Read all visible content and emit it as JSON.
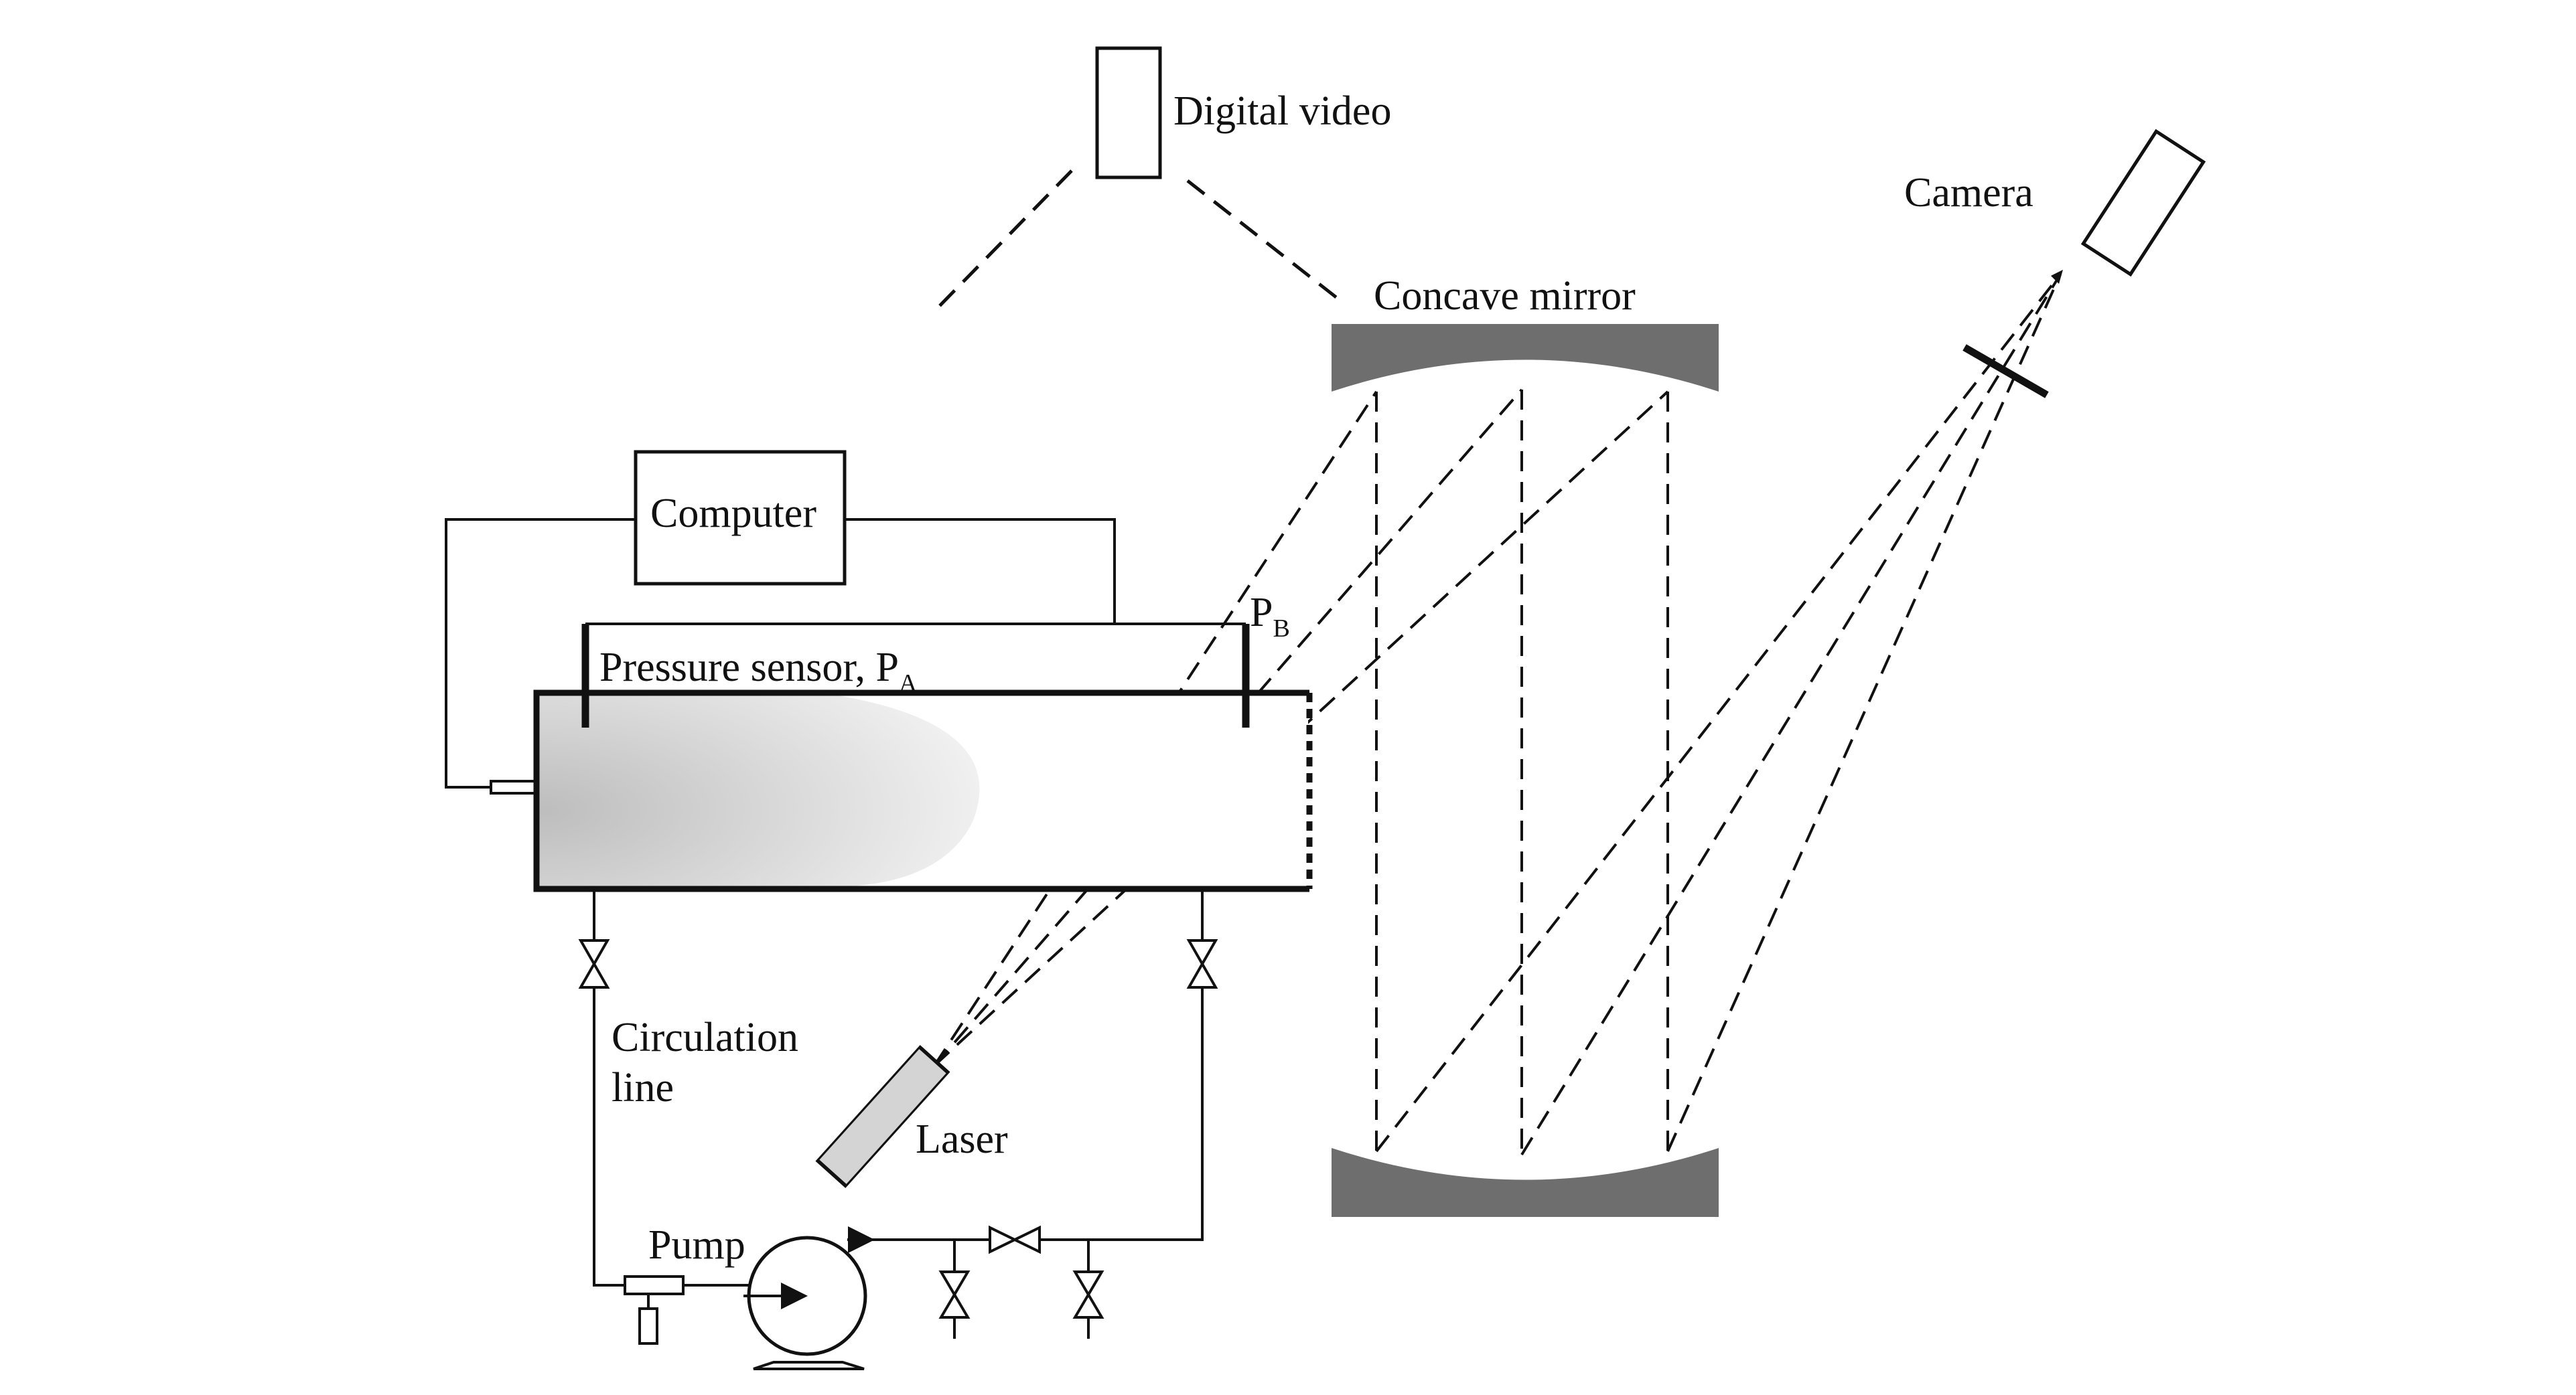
{
  "labels": {
    "digital_video": "Digital video",
    "camera": "Camera",
    "concave_mirror": "Concave mirror",
    "computer": "Computer",
    "pressure_sensor": "Pressure sensor, P",
    "pressure_sensor_sub": "A",
    "pb_main": "P",
    "pb_sub": "B",
    "circulation_line_1": "Circulation",
    "circulation_line_2": "line",
    "laser": "Laser",
    "pump": "Pump"
  },
  "colors": {
    "line": "#111111",
    "mirror": "#6e6e6e",
    "laser_fill": "#d4d4d4",
    "tank_gradient_dark": "#c8c8c8",
    "tank_gradient_light": "#f0f0f0"
  }
}
